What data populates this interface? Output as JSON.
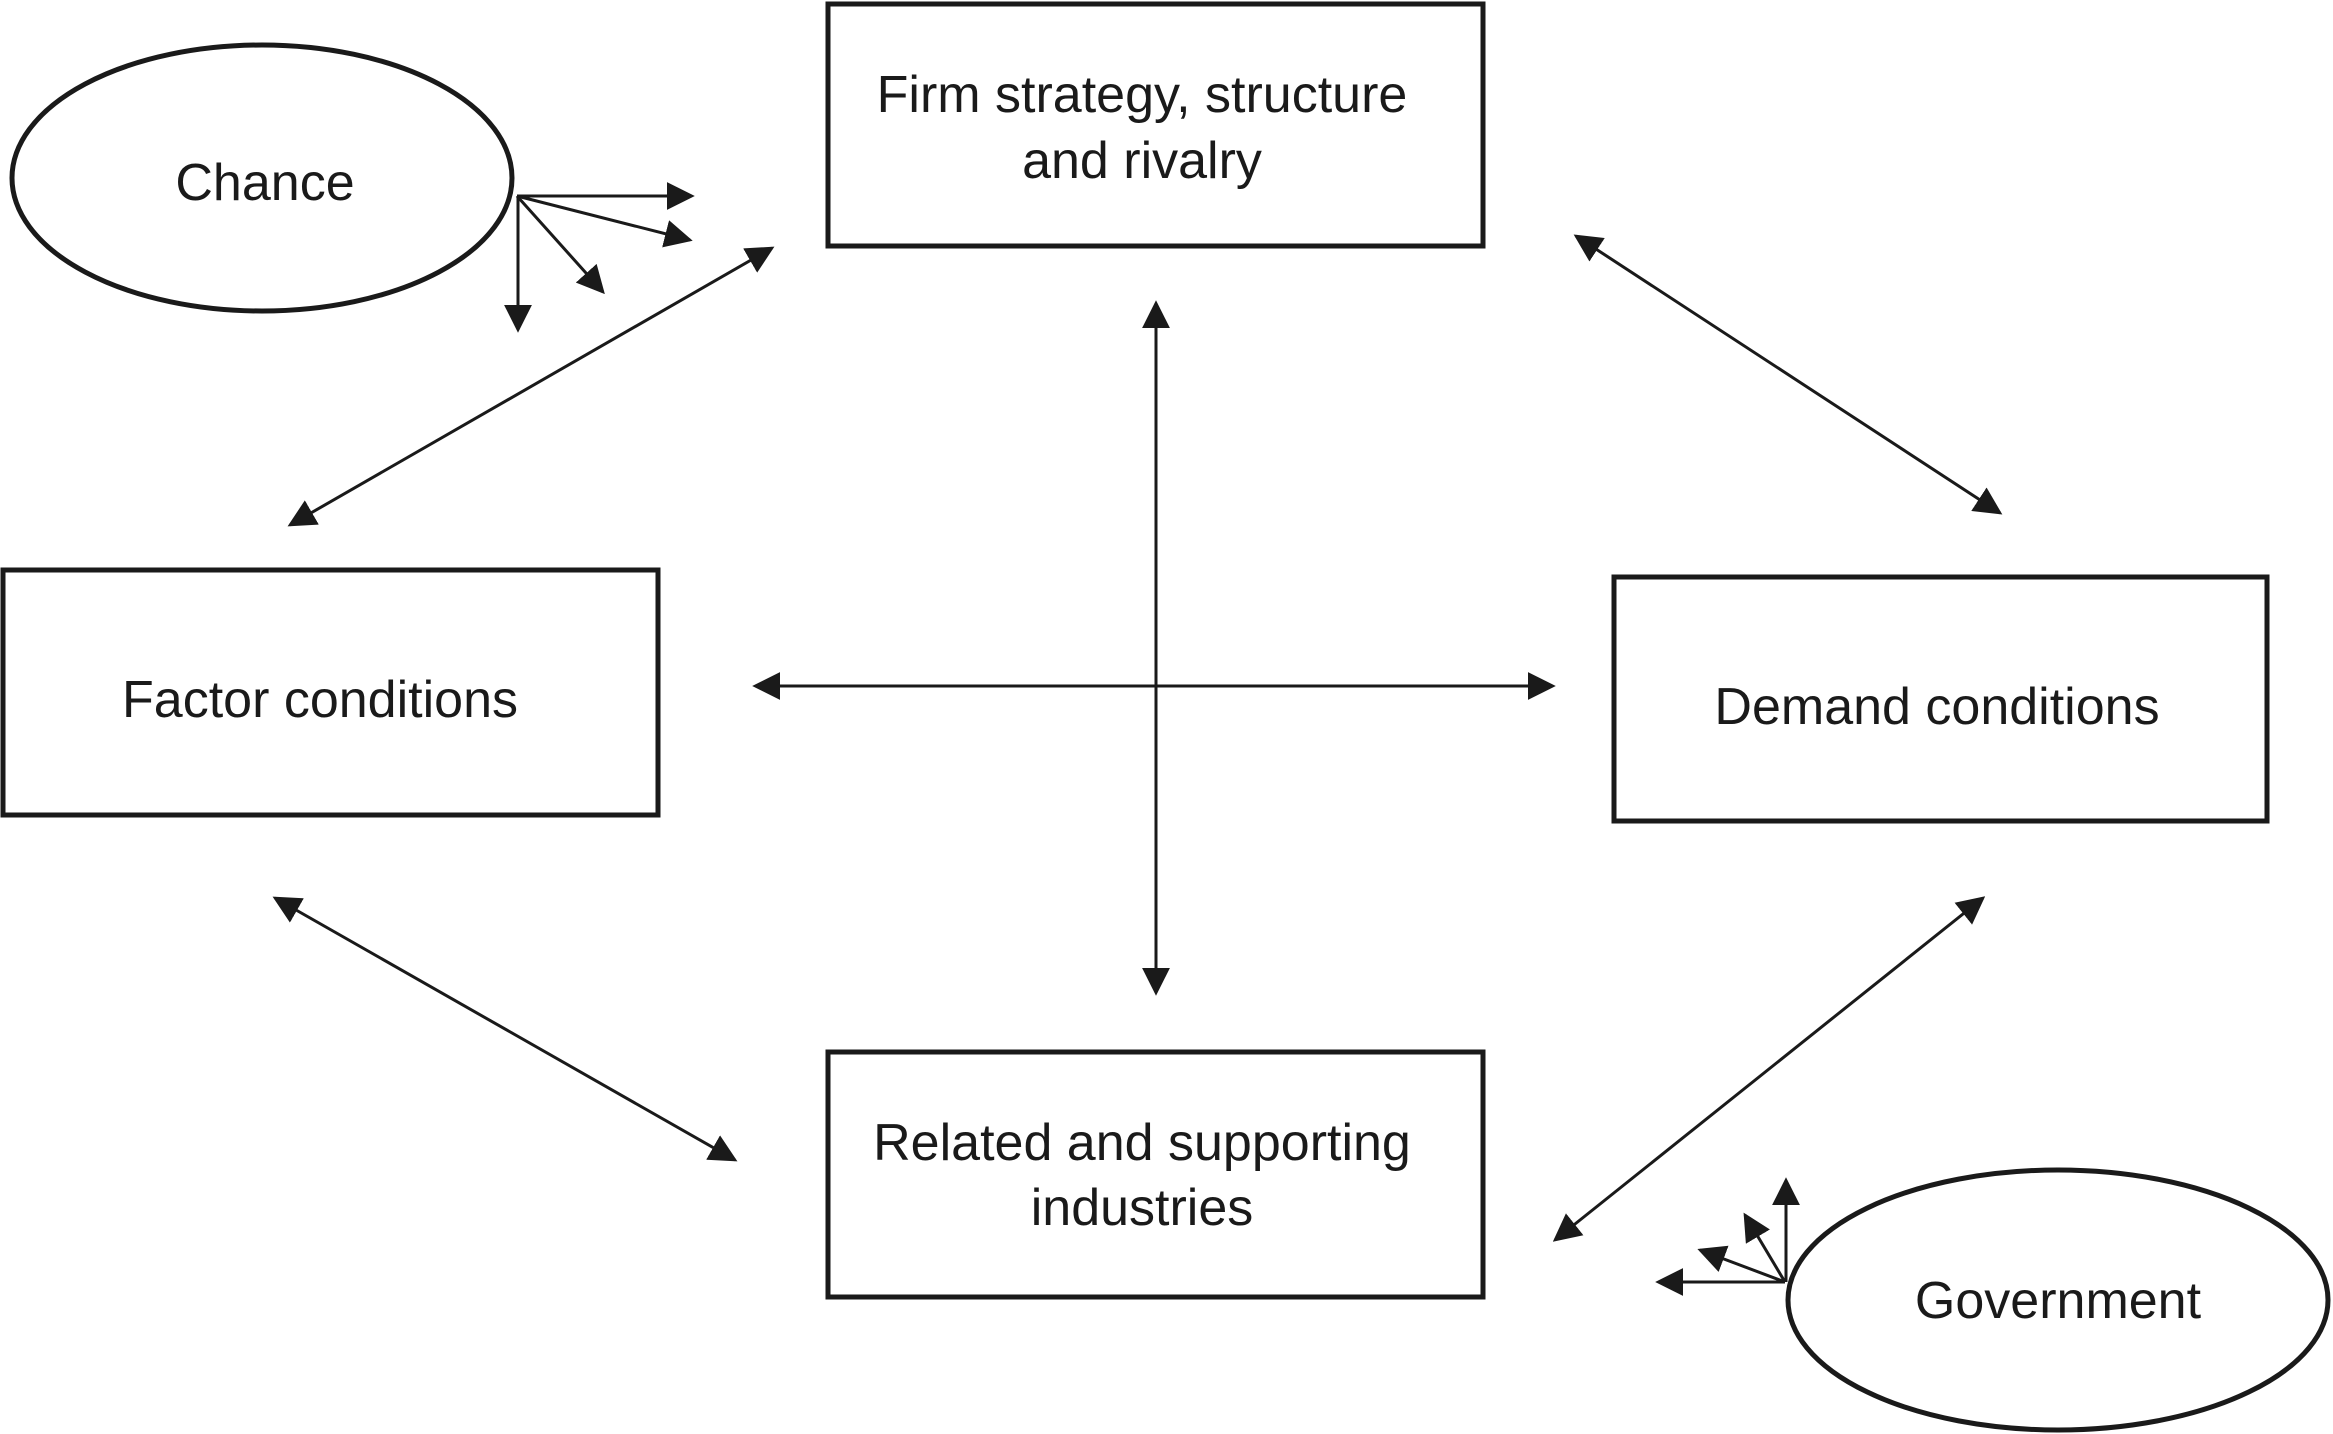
{
  "nodes": {
    "firm": {
      "line1": "Firm strategy, structure",
      "line2": "and rivalry"
    },
    "factor": {
      "label": "Factor conditions"
    },
    "demand": {
      "label": "Demand conditions"
    },
    "related": {
      "line1": "Related and supporting",
      "line2": "industries"
    },
    "chance": {
      "label": "Chance"
    },
    "government": {
      "label": "Government"
    }
  },
  "colors": {
    "line": "#1a1a1a",
    "background": "#ffffff"
  }
}
